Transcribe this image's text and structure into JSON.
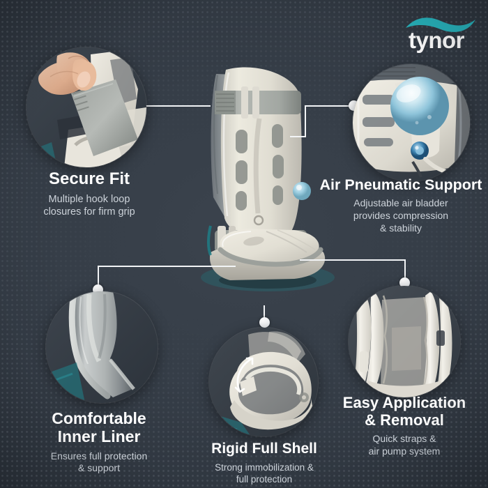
{
  "brand": {
    "name": "tynor",
    "logo_swoosh_color": "#27b4bd",
    "logo_text_color": "#ffffff"
  },
  "theme": {
    "background": "#343c46",
    "accent_teal": "#1f7d86",
    "connector_color": "#f2f4f6",
    "title_color": "#ffffff",
    "subtitle_color": "#cdd3da",
    "shell_light": "#e3e0d7",
    "strap_grey": "#9ea39f",
    "pump_blue": "#9fd0e2"
  },
  "product": {
    "name": "air walker boot",
    "description": "pneumatic walker brace with rigid shell and straps"
  },
  "features": [
    {
      "id": "secure-fit",
      "title": "Secure Fit",
      "subtitle_lines": [
        "Multiple hook loop",
        "closures for firm grip"
      ],
      "image_alt": "hand pulling hook and loop strap",
      "position": "top-left"
    },
    {
      "id": "air-pneumatic-support",
      "title": "Air Pneumatic Support",
      "subtitle_lines": [
        "Adjustable air bladder",
        "provides compression",
        "& stability"
      ],
      "image_alt": "blue air pump bulb with release valve",
      "position": "top-right"
    },
    {
      "id": "comfortable-inner-liner",
      "title_lines": [
        "Comfortable",
        "Inner Liner"
      ],
      "title": "Comfortable Inner Liner",
      "subtitle_lines": [
        "Ensures full protection",
        "& support"
      ],
      "image_alt": "soft grey inner liner close-up",
      "position": "bottom-left"
    },
    {
      "id": "rigid-full-shell",
      "title": "Rigid Full Shell",
      "subtitle_lines": [
        "Strong immobilization &",
        "full protection"
      ],
      "image_alt": "rigid shell opening with curved arrow",
      "position": "bottom-center"
    },
    {
      "id": "easy-application-removal",
      "title_lines": [
        "Easy Application",
        "& Removal"
      ],
      "title": "Easy Application & Removal",
      "subtitle_lines": [
        "Quick straps &",
        "air pump system"
      ],
      "image_alt": "air bladder chambers inside boot",
      "position": "bottom-right"
    }
  ]
}
